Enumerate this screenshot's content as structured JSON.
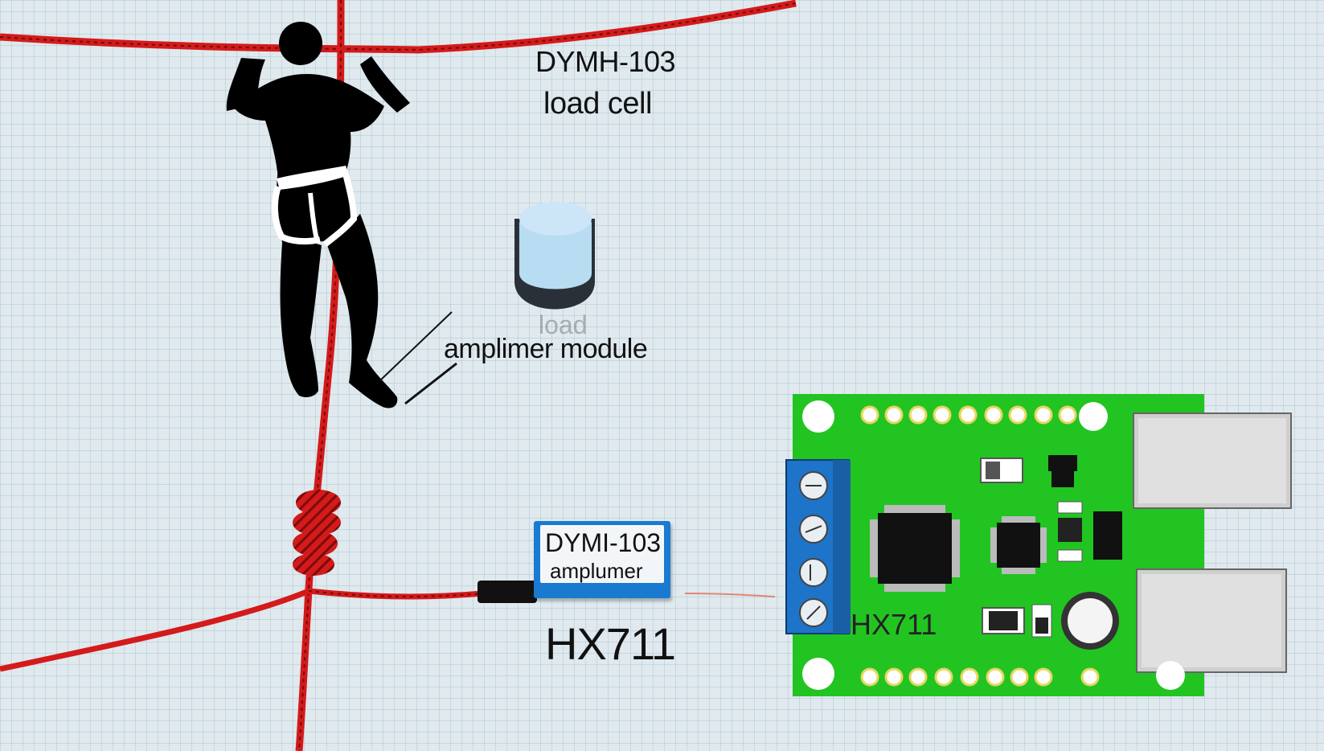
{
  "labels": {
    "load_cell_title_line1": "DYMH-103",
    "load_cell_title_line2": "load cell",
    "faint_overlay": "load",
    "amplifier_module": "amplimer module",
    "amplifier_label_line1": "DYMI-103",
    "amplifier_label_line2": "amplumer",
    "hx711_caption": "HX711",
    "pcb_label": "HX711"
  },
  "icons": [
    "climber-silhouette-icon",
    "load-cell-icon",
    "amplifier-box-icon",
    "hx711-board-icon",
    "rope-knot-icon"
  ],
  "colors": {
    "rope": "#d41a1a",
    "board": "#22c422",
    "terminal_block": "#1e74c9",
    "amplifier_box": "#1a7ad0",
    "load_cell": "#b8dcf2"
  }
}
